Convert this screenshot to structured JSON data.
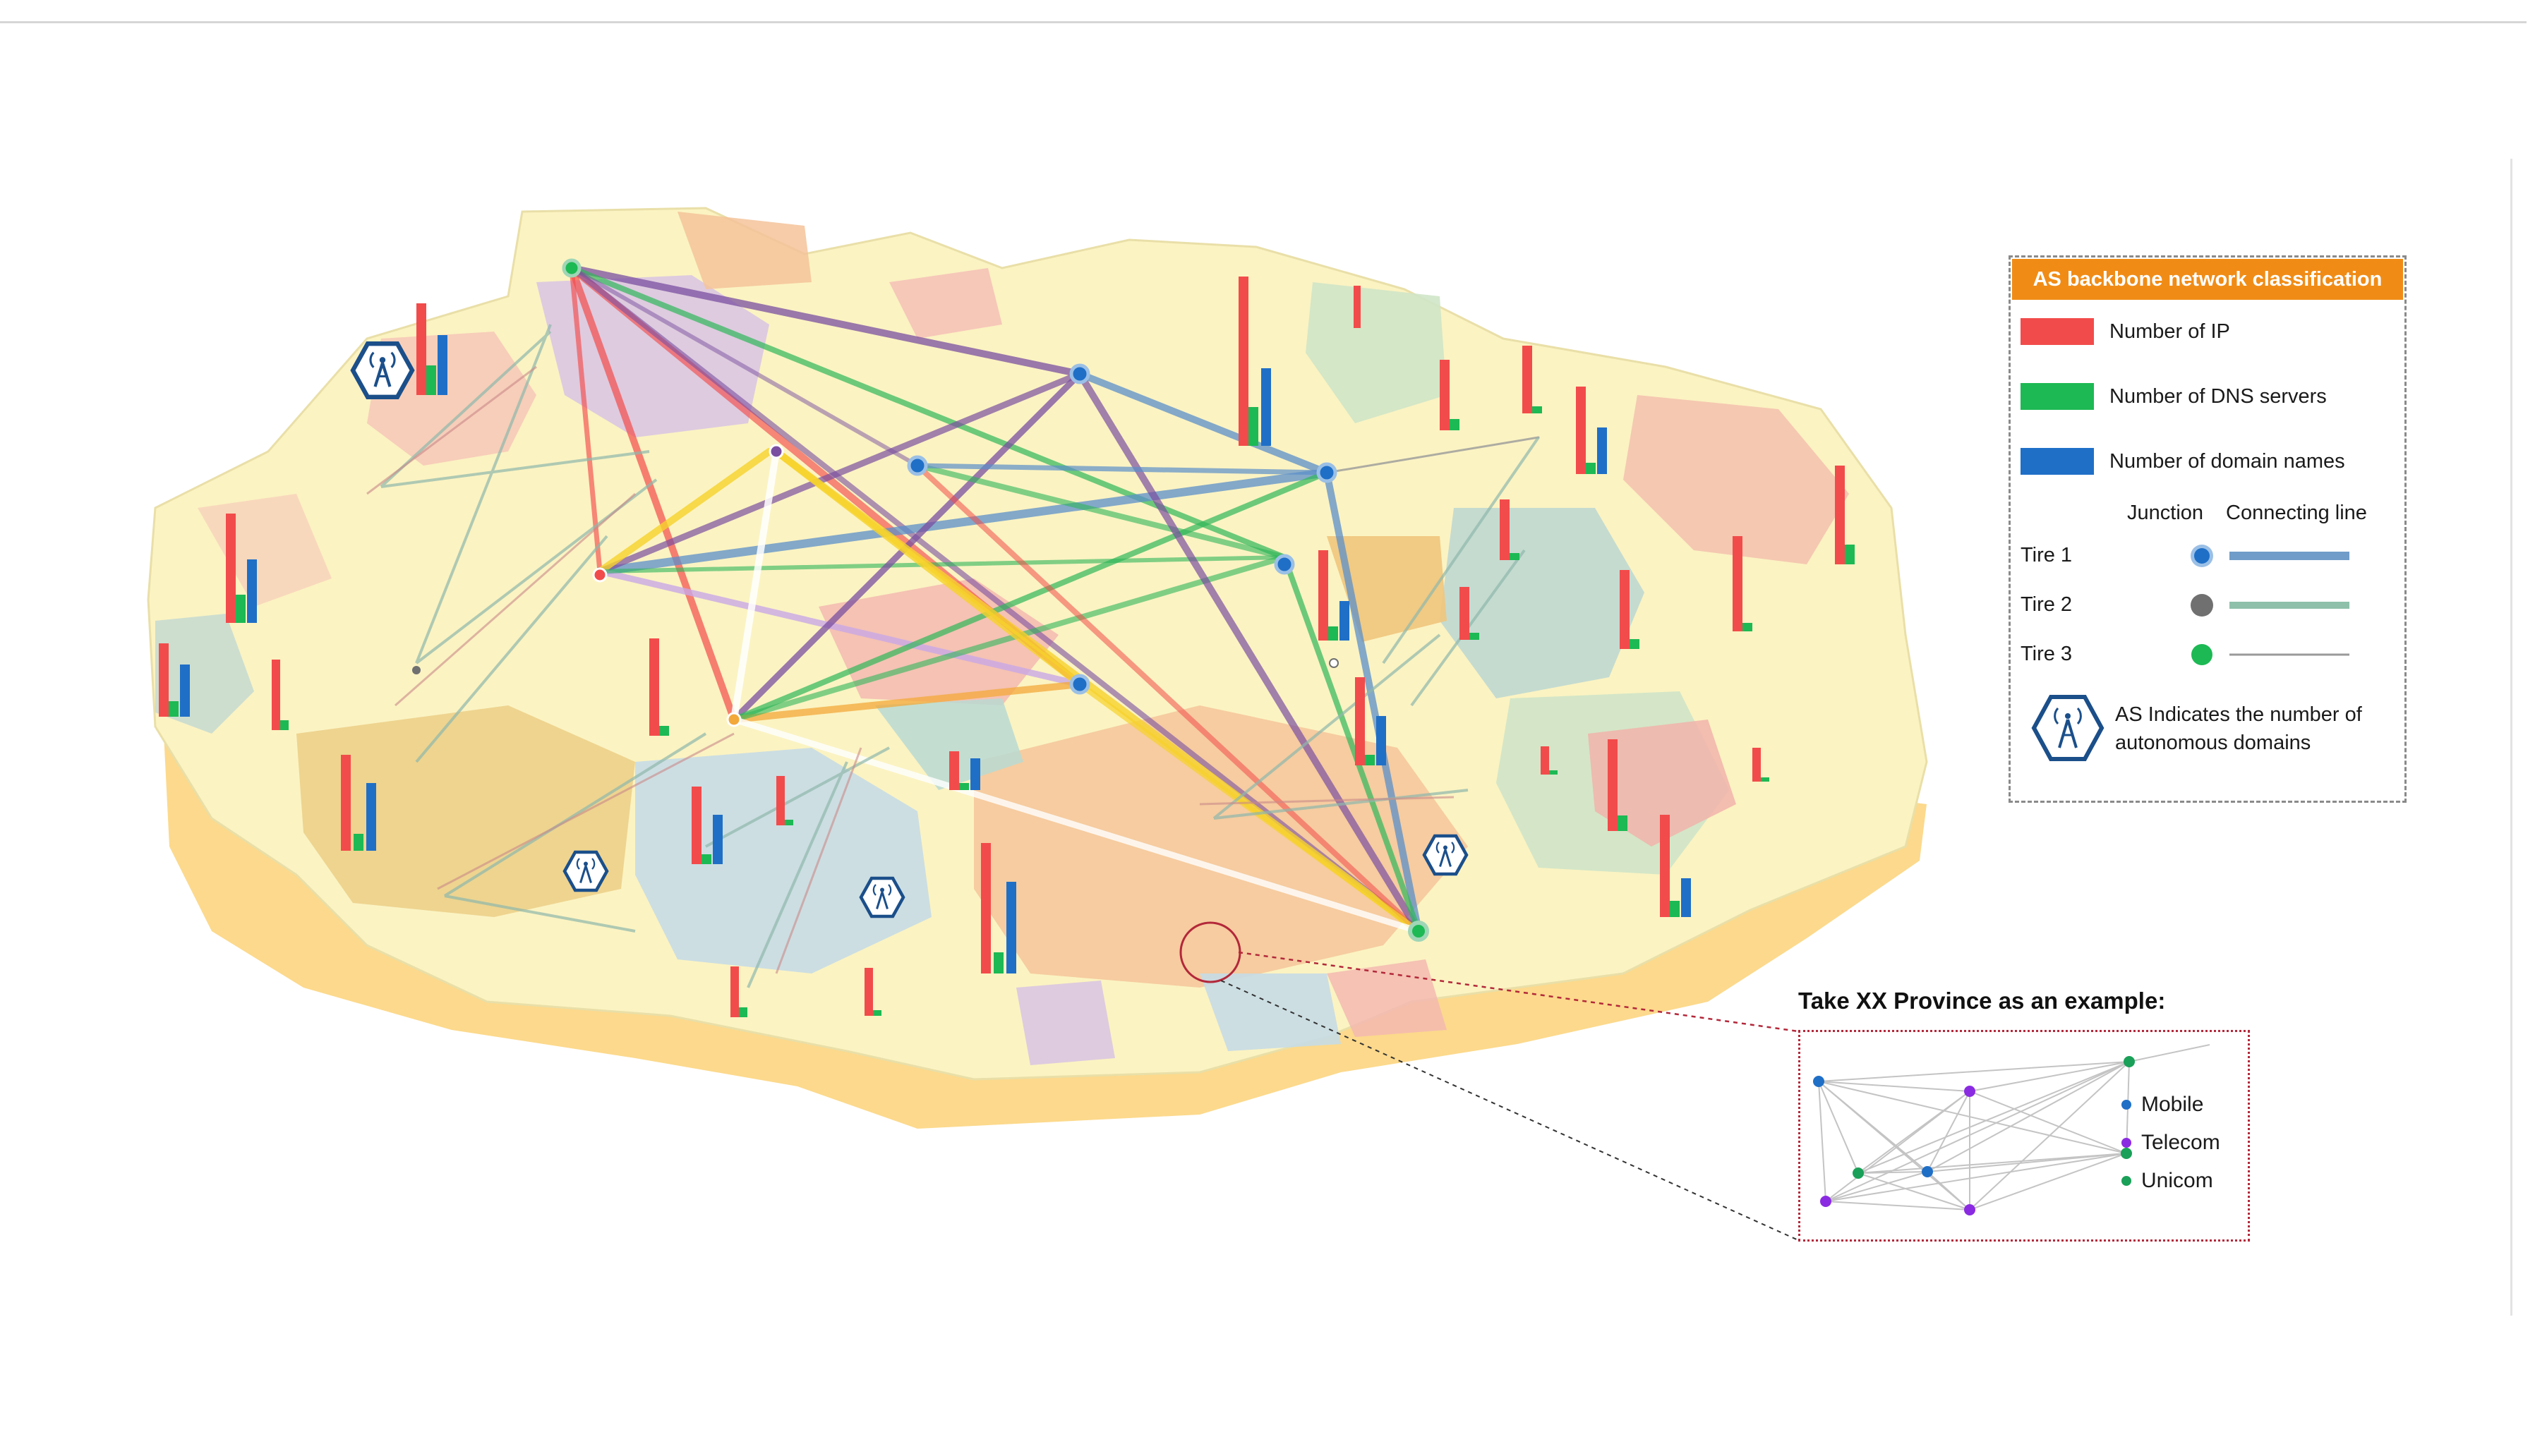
{
  "legend": {
    "title": "AS backbone network classification",
    "metrics": [
      {
        "label": "Number of IP",
        "color": "#f24b4b"
      },
      {
        "label": "Number of DNS servers",
        "color": "#1db954"
      },
      {
        "label": "Number of domain names",
        "color": "#1f6fc7"
      }
    ],
    "junction_header": "Junction",
    "line_header": "Connecting line",
    "tiers": [
      {
        "label": "Tire 1",
        "junction_color": "#1f6fc7",
        "line_color": "#6f9cc8"
      },
      {
        "label": "Tire 2",
        "junction_color": "#707070",
        "line_color": "#8fc0aa"
      },
      {
        "label": "Tire 3",
        "junction_color": "#1db954",
        "line_color": "#9a9a9a"
      }
    ],
    "as_icon": "antenna-tower-hexagon-icon",
    "as_text": "AS Indicates the number of autonomous domains"
  },
  "example": {
    "title": "Take XX Province as an example:",
    "carriers": [
      {
        "label": "Mobile",
        "color": "#1f6fc7"
      },
      {
        "label": "Telecom",
        "color": "#8a2be2"
      },
      {
        "label": "Unicom",
        "color": "#1aa058"
      }
    ]
  }
}
